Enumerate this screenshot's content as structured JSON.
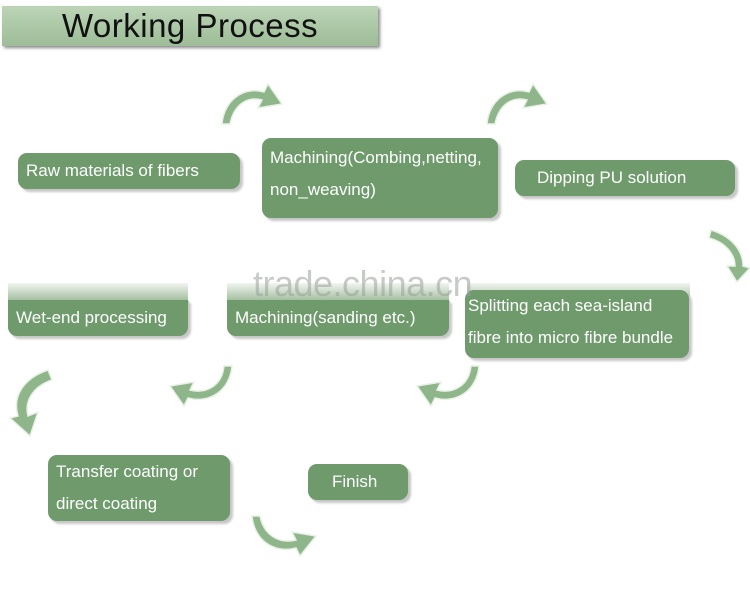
{
  "title": "Working Process",
  "watermark": "trade.china.cn",
  "steps": {
    "raw": "Raw materials of fibers",
    "machining1_line1": "Machining(Combing,netting,",
    "machining1_line2": "non_weaving)",
    "dipping": "Dipping PU solution",
    "splitting_line1": "Splitting each sea-island",
    "splitting_line2": "fibre into micro fibre bundle",
    "machining2": "Machining(sanding etc.)",
    "wetend": "Wet-end processing",
    "transfer_line1": "Transfer coating or",
    "transfer_line2": "direct coating",
    "finish": "Finish"
  },
  "colors": {
    "step_fill": "#6e9a6c",
    "title_fill": "#aac6a4",
    "arrow_fill": "#8fb68b"
  },
  "icons": {
    "arrow": "curved-arrow-icon"
  }
}
